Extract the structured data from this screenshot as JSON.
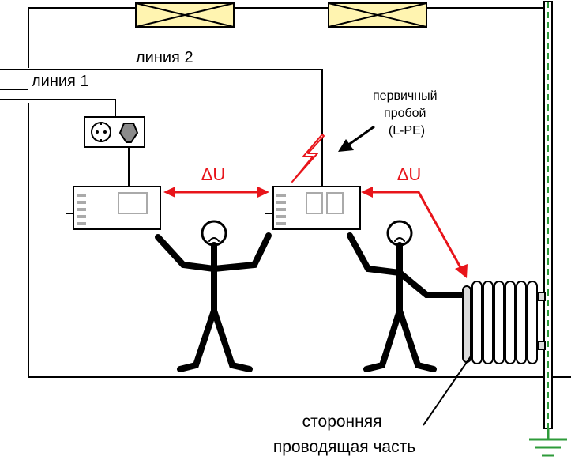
{
  "labels": {
    "line1": "линия 1",
    "line2": "линия 2",
    "breakdown": [
      "первичный",
      "пробой",
      "(L-PE)"
    ],
    "delta_left": "ΔU",
    "delta_right": "ΔU",
    "third_party": [
      "сторонняя",
      "проводящая часть"
    ]
  },
  "colors": {
    "stroke": "#000000",
    "accent": "#e8141a",
    "window_fill": "#fff4b0",
    "earth": "#2e9b3a",
    "device_stripe": "#aaaaaa",
    "radiator": "#dcdcdc"
  },
  "icons": {
    "socket": "schuko-socket-with-plug-icon",
    "spark": "lightning-bolt-icon",
    "earth": "ground-symbol-icon",
    "person": "stick-figure-person-icon",
    "heater": "radiator-icon",
    "window": "window-icon"
  }
}
